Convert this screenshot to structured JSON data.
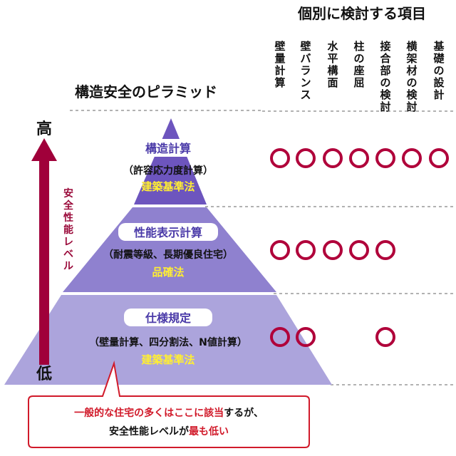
{
  "header": {
    "title": "個別に検討する項目"
  },
  "pyramid_title": "構造安全のピラミッド",
  "columns": [
    {
      "lines": [
        "壁",
        "量",
        "計",
        "算"
      ]
    },
    {
      "lines": [
        "壁",
        "バ",
        "ラ",
        "ン",
        "ス"
      ]
    },
    {
      "lines": [
        "水",
        "平",
        "構",
        "面"
      ]
    },
    {
      "lines": [
        "柱",
        "の",
        "座",
        "屈"
      ]
    },
    {
      "lines": [
        "接",
        "合",
        "部",
        "の",
        "検",
        "討"
      ]
    },
    {
      "lines": [
        "横",
        "架",
        "材",
        "の",
        "検",
        "討"
      ]
    },
    {
      "lines": [
        "基",
        "礎",
        "の",
        "設",
        "計"
      ]
    }
  ],
  "tiers": [
    {
      "label": "構造計算",
      "sub": "（許容応力度計算）",
      "law": "建築基準法",
      "marks": [
        true,
        true,
        true,
        true,
        true,
        true,
        true
      ]
    },
    {
      "label": "性能表示計算",
      "sub": "（耐震等級、長期優良住宅）",
      "law": "品確法",
      "marks": [
        true,
        true,
        true,
        true,
        true,
        false,
        false
      ]
    },
    {
      "label": "仕様規定",
      "sub": "（壁量計算、四分割法、N値計算）",
      "law": "建築基準法",
      "marks": [
        true,
        true,
        false,
        false,
        true,
        false,
        false
      ]
    }
  ],
  "axis": {
    "high": "高",
    "low": "低",
    "label": [
      "安",
      "全",
      "性",
      "能",
      "レ",
      "ベ",
      "ル"
    ]
  },
  "callout": {
    "line1_red": "一般的な住宅の多くはここに該当",
    "line1_rest": "するが、",
    "line2_start": "安全性能レベルが",
    "line2_red": "最も低い"
  },
  "colors": {
    "tier_top": "#6d55be",
    "tier_mid": "#8f81cf",
    "tier_low": "#aca4dc",
    "label_text": "#4a3aa8",
    "law": "#ffee33",
    "mark": "#b0003a",
    "arrow": "#a0003a",
    "callout_border": "#d11a2a",
    "callout_red": "#d11a2a"
  }
}
